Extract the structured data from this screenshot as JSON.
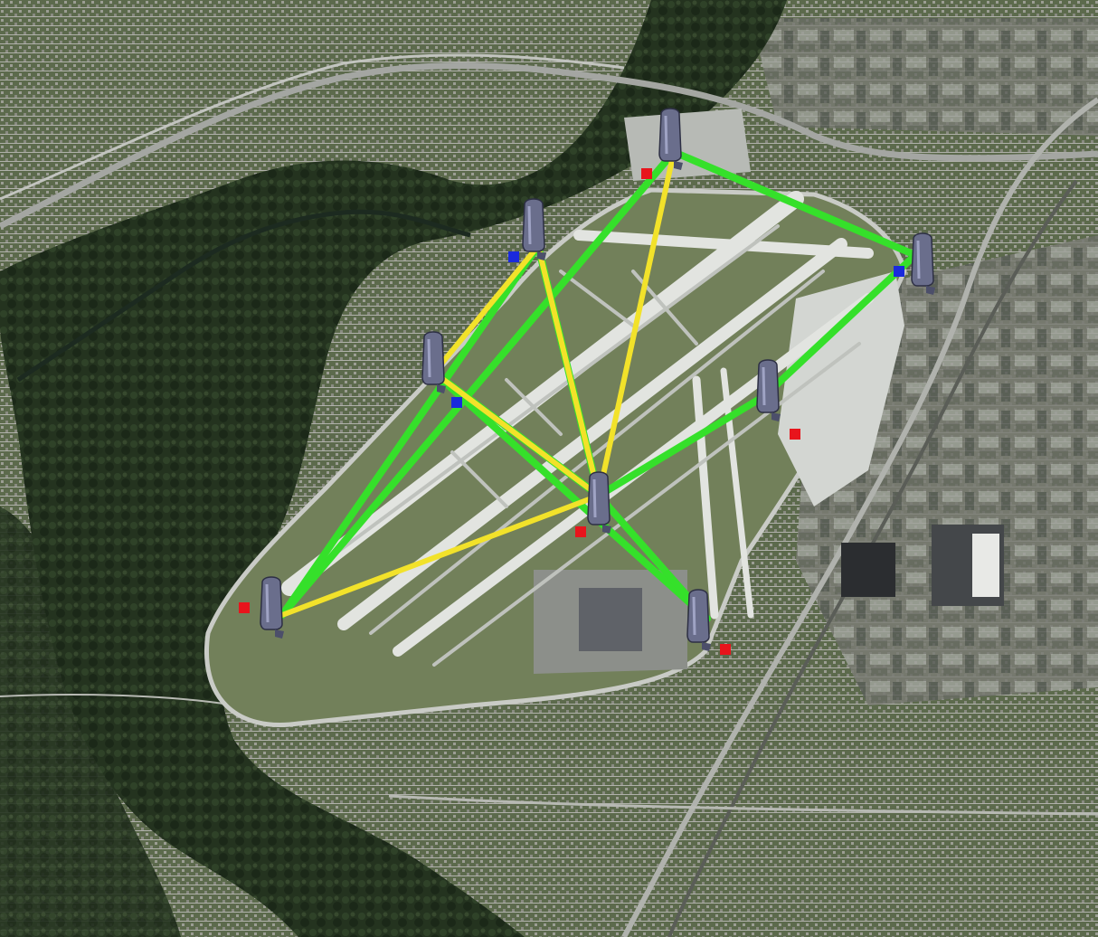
{
  "colors": {
    "forest": "#24331f",
    "forest_dark": "#1a2716",
    "urban": "#6d7363",
    "urban_light": "#8b8f80",
    "airfield_grass": "#6f7f56",
    "pavement": "#d9dcd8",
    "pavement_shadow": "#b9bcb8",
    "highway": "#a4a6a2",
    "green_link": "#35e02a",
    "yellow_link": "#f2e22a",
    "sensor_body": "#6a6e8c",
    "marker_red": "#e8141c",
    "marker_blue": "#1a2adc"
  },
  "sensors": [
    {
      "id": "s1",
      "icon": "sensor-unit-icon"
    },
    {
      "id": "s2",
      "icon": "sensor-unit-icon"
    },
    {
      "id": "s3",
      "icon": "sensor-unit-icon"
    },
    {
      "id": "s4",
      "icon": "sensor-unit-icon"
    },
    {
      "id": "s5",
      "icon": "sensor-unit-icon"
    },
    {
      "id": "s6",
      "icon": "sensor-unit-icon"
    },
    {
      "id": "s7",
      "icon": "sensor-unit-icon"
    },
    {
      "id": "s8",
      "icon": "sensor-unit-icon"
    }
  ],
  "links": [
    {
      "from": "s1",
      "to": "s2",
      "type": "green"
    },
    {
      "from": "s1",
      "to": "s3",
      "type": "green"
    },
    {
      "from": "s3",
      "to": "s4",
      "type": "green"
    },
    {
      "from": "s4",
      "to": "s5",
      "type": "green"
    },
    {
      "from": "s5",
      "to": "s6",
      "type": "green"
    },
    {
      "from": "s6",
      "to": "s7",
      "type": "green"
    },
    {
      "from": "s7",
      "to": "s8",
      "type": "green"
    },
    {
      "from": "s6",
      "to": "s8",
      "type": "green"
    },
    {
      "from": "s6",
      "to": "s2",
      "type": "green"
    },
    {
      "from": "s3",
      "to": "s6",
      "type": "yellow"
    },
    {
      "from": "s1",
      "to": "s6",
      "type": "yellow"
    },
    {
      "from": "s2",
      "to": "s6",
      "type": "yellow"
    },
    {
      "from": "s2",
      "to": "s7",
      "type": "yellow"
    },
    {
      "from": "s7",
      "to": "s6",
      "type": "yellow"
    }
  ],
  "markers": [
    {
      "near": "s1",
      "status": "red"
    },
    {
      "near": "s3",
      "status": "red"
    },
    {
      "near": "s4",
      "status": "blue"
    },
    {
      "near": "s5",
      "status": "red"
    },
    {
      "near": "s6",
      "status": "red"
    },
    {
      "near": "s7",
      "status": "blue"
    },
    {
      "near": "s8",
      "status": "red"
    },
    {
      "near": "s2",
      "status": "blue"
    }
  ]
}
